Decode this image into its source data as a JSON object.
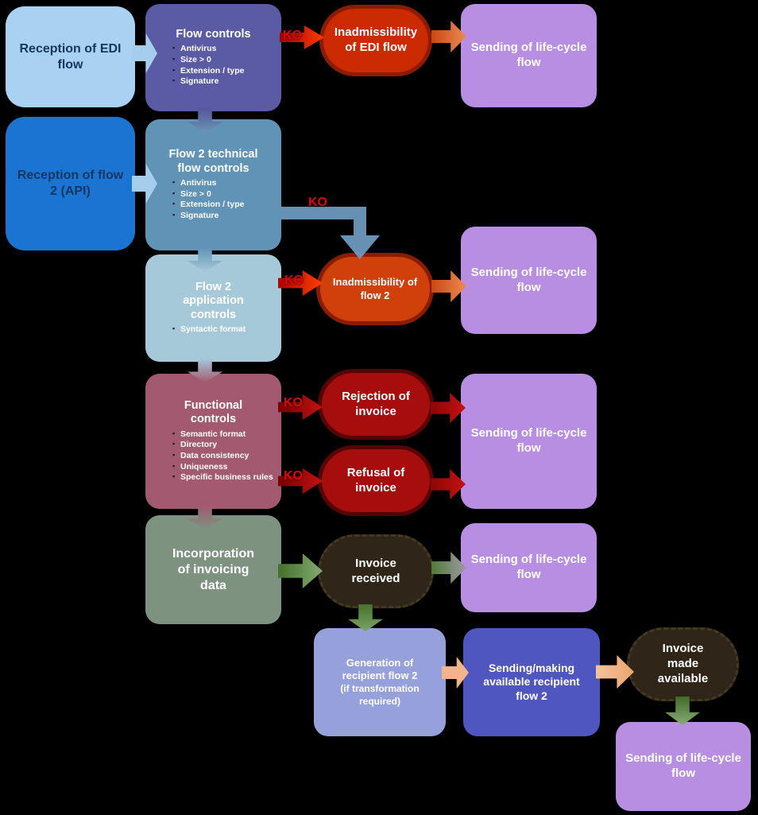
{
  "labels": {
    "ko": "KO"
  },
  "palette": {
    "background": "#000000",
    "light_blue_arrow": "#a5cdec",
    "red_accent": "#e20505",
    "green_arrow": "#45732c",
    "peach_arrow": "#f2b48a",
    "steel_elbow": "#6b99bf"
  },
  "nodes": {
    "reception_edi": {
      "label": "Reception of EDI flow",
      "bg": "#a9d2f2"
    },
    "reception_flow2": {
      "label": "Reception of flow 2 (API)",
      "bg": "#1b74d2"
    },
    "flow_controls": {
      "title": "Flow controls",
      "bullets": [
        "Antivirus",
        "Size > 0",
        "Extension / type",
        "Signature"
      ],
      "bg": "#5b5ba5"
    },
    "flow2_technical": {
      "title": "Flow 2 technical flow controls",
      "bullets": [
        "Antivirus",
        "Size > 0",
        "Extension / type",
        "Signature"
      ],
      "bg": "#6093b5"
    },
    "flow2_application": {
      "title": "Flow 2 application controls",
      "bullets": [
        "Syntactic format"
      ],
      "bg": "#a6c9da"
    },
    "functional_controls": {
      "title": "Functional controls",
      "bullets": [
        "Semantic format",
        "Directory",
        "Data consistency",
        "Uniqueness",
        "Specific business rules"
      ],
      "bg": "#a35a70"
    },
    "incorporation": {
      "label": "Incorporation of invoicing data",
      "bg": "#7e937f"
    },
    "inadmissibility_edi": {
      "label": "Inadmissibility of EDI flow",
      "bg": "#cb2a03"
    },
    "inadmissibility_flow2": {
      "label": "Inadmissibility of flow 2",
      "bg": "#d0400a"
    },
    "rejection_invoice": {
      "label": "Rejection of invoice",
      "bg": "#a60d0d"
    },
    "refusal_invoice": {
      "label": "Refusal of invoice",
      "bg": "#a60d0d"
    },
    "invoice_received": {
      "label": "Invoice received",
      "bg": "#2f2619"
    },
    "generation_recipient": {
      "line1": "Generation of recipient flow 2",
      "line2": "(if transformation required)",
      "bg": "#96a0da"
    },
    "sending_recipient": {
      "label": "Sending/making available recipient flow 2",
      "bg": "#5056c0"
    },
    "invoice_made_available": {
      "label": "Invoice made available",
      "bg": "#2f2619"
    },
    "lifecycle": {
      "label": "Sending of life-cycle flow",
      "bg": "#b88ee2"
    }
  }
}
